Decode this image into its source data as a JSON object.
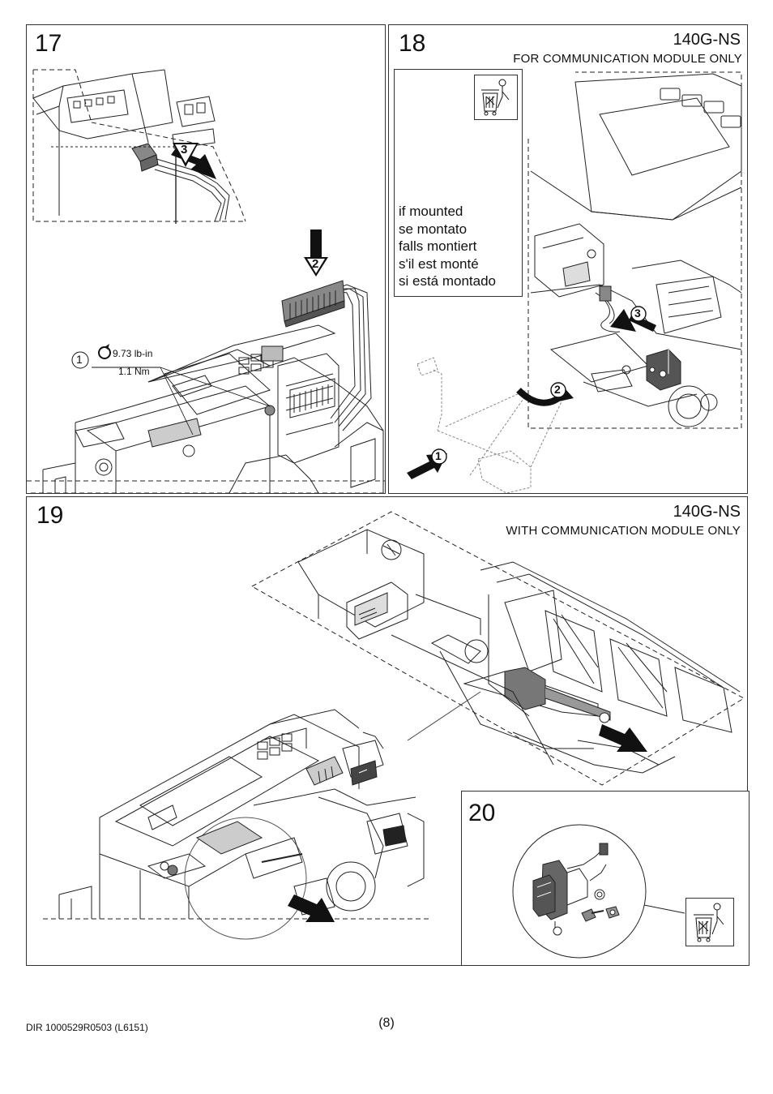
{
  "panels": {
    "p17": {
      "number": "17",
      "callout_number": "1",
      "torque_in": "9.73 lb-in",
      "torque_nm": "1.1 Nm",
      "arrow_labels": [
        "3",
        "2"
      ]
    },
    "p18": {
      "number": "18",
      "model": "140G-NS",
      "subtitle": "FOR COMMUNICATION MODULE ONLY",
      "notes": [
        "if mounted",
        "se montato",
        "falls montiert",
        "s'il est monté",
        "si está montado"
      ],
      "arrow_labels": [
        "3",
        "2",
        "1"
      ]
    },
    "p19": {
      "number": "19",
      "model": "140G-NS",
      "subtitle": "WITH COMMUNICATION MODULE ONLY"
    },
    "p20": {
      "number": "20"
    }
  },
  "footer": {
    "doc_id": "DIR 1000529R0503 (L6151)",
    "page": "(8)"
  },
  "icons": {
    "disposal": "trash-bin-icon",
    "rotation": "rotation-torque-icon"
  }
}
